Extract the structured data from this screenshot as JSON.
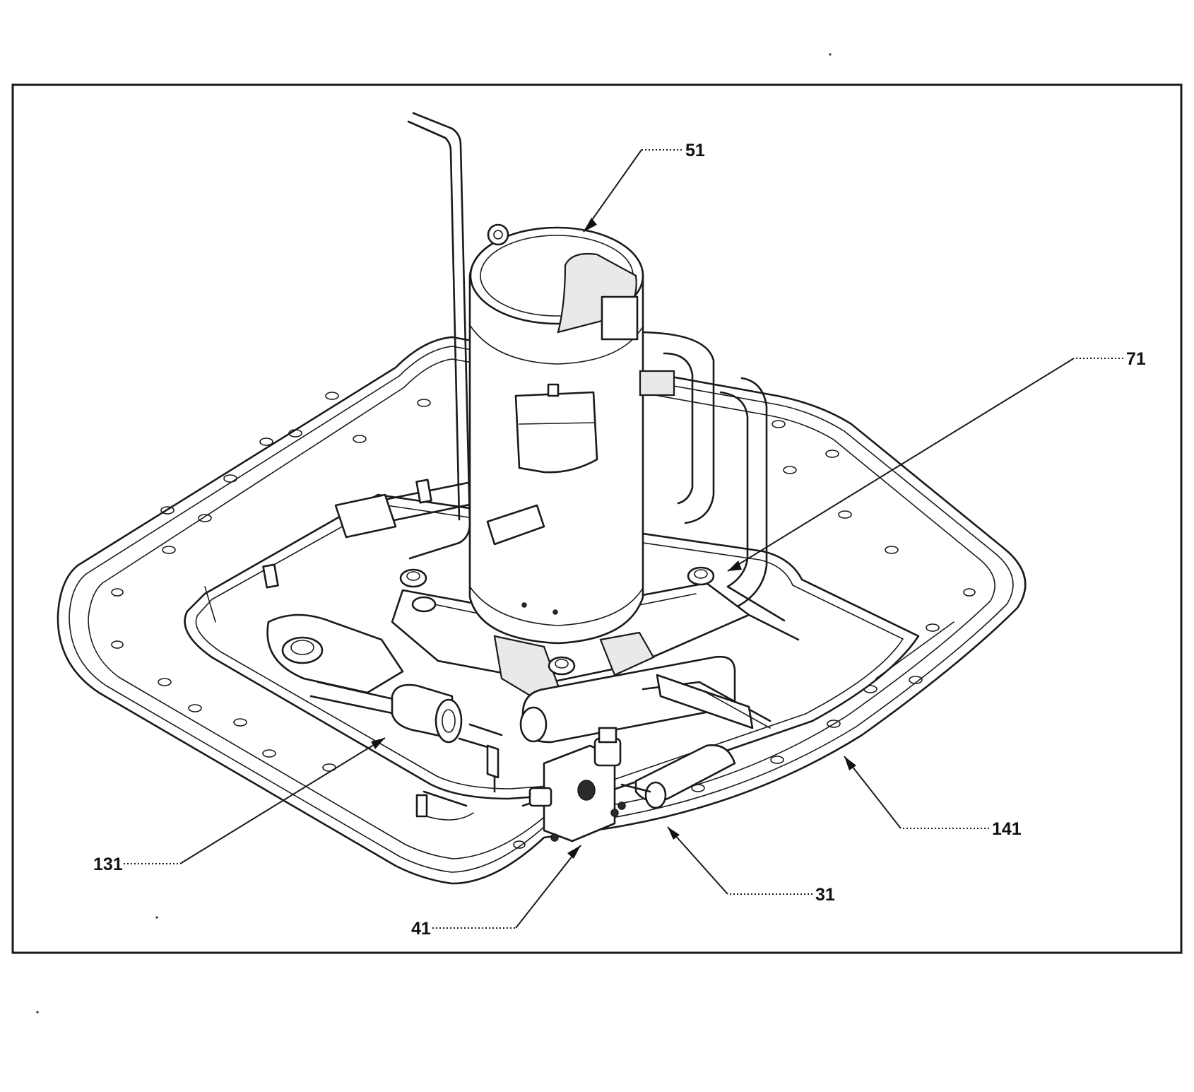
{
  "callouts": [
    {
      "id": "51",
      "text": "51"
    },
    {
      "id": "71",
      "text": "71"
    },
    {
      "id": "131",
      "text": "131"
    },
    {
      "id": "141",
      "text": "141"
    },
    {
      "id": "31",
      "text": "31"
    },
    {
      "id": "41",
      "text": "41"
    }
  ]
}
